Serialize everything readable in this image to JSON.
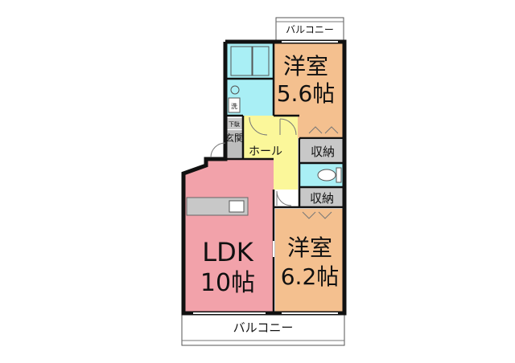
{
  "balcony_top": "バルコニー",
  "balcony_bottom": "バルコニー",
  "rooms": {
    "western_upper": {
      "name": "洋室",
      "size": "5.6帖"
    },
    "western_lower": {
      "name": "洋室",
      "size": "6.2帖"
    },
    "ldk": {
      "name": "LDK",
      "size": "10帖"
    },
    "hall": "ホール",
    "entrance": "玄関",
    "storage_upper": "収納",
    "storage_lower": "収納",
    "wash": "洗",
    "shoe": "下駄"
  },
  "colors": {
    "western": "#f4c08f",
    "ldk": "#f2a2aa",
    "hall": "#fbf79a",
    "wet": "#a9eff5",
    "storage": "#c8c8c8",
    "wall": "#111111"
  }
}
